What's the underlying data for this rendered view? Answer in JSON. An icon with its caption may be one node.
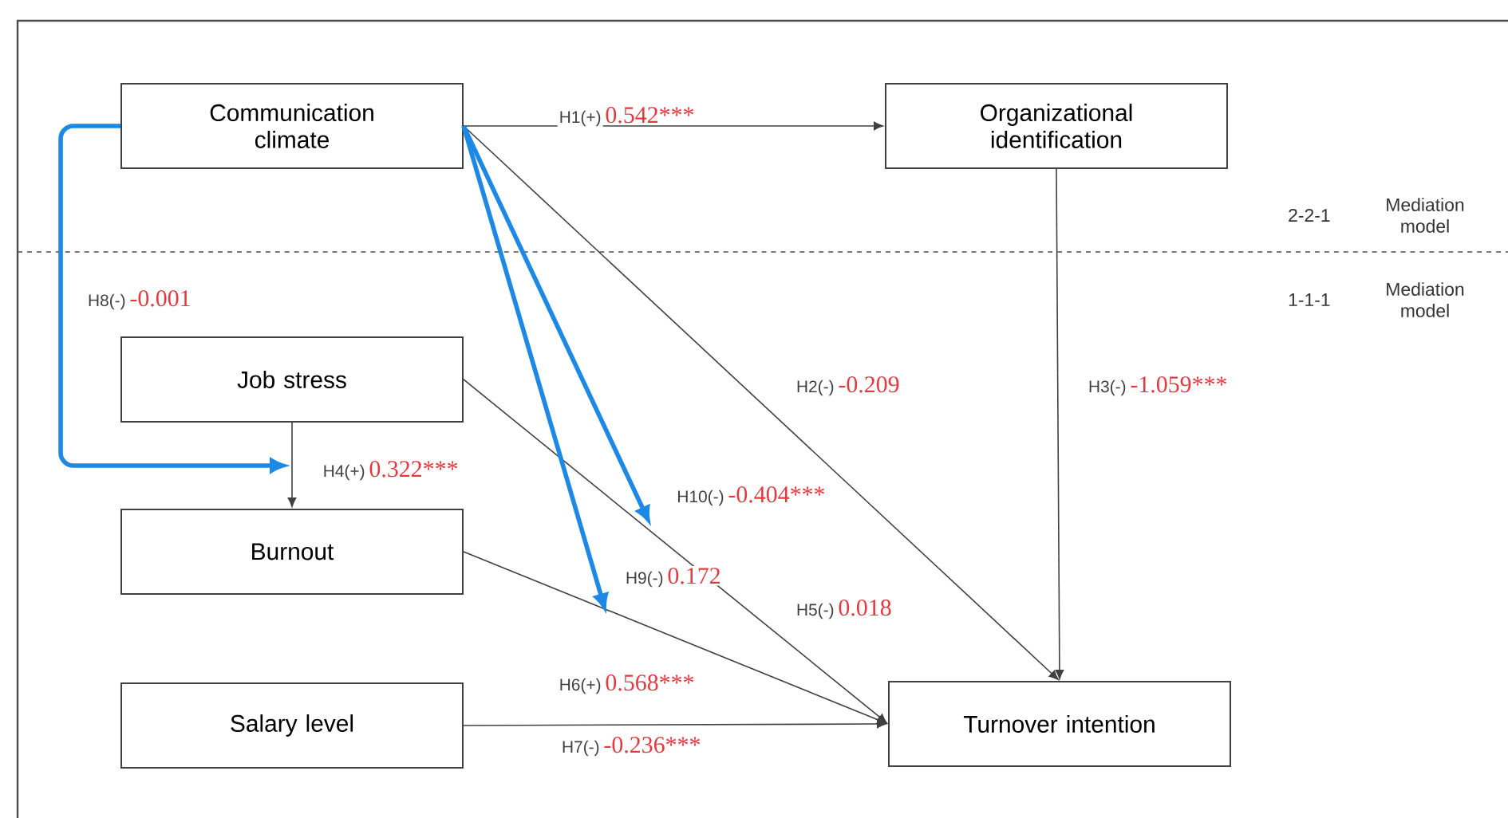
{
  "diagram": {
    "nodes": [
      {
        "text": [
          "Communication climate"
        ]
      },
      {
        "text": [
          "Organizational identification"
        ]
      },
      {
        "text": [
          "Job stress"
        ]
      },
      {
        "text": [
          "Burnout"
        ]
      },
      {
        "text": [
          "Salary level"
        ]
      },
      {
        "text": [
          "Turnover intention"
        ]
      }
    ],
    "edges": [
      {
        "from": 0,
        "to": 1,
        "arrow": "to",
        "label": "H1(+)"
      },
      {
        "from": 0,
        "to": 5,
        "arrow": "to",
        "label": "H2(-)"
      },
      {
        "from": 1,
        "to": 5,
        "arrow": "to",
        "label": "H3(-)"
      },
      {
        "from": 2,
        "to": 3,
        "arrow": "to",
        "label": "H4(+)"
      },
      {
        "from": 2,
        "to": 5,
        "arrow": "to",
        "label": "H5(-)"
      },
      {
        "from": 3,
        "to": 5,
        "arrow": "to",
        "label": "H6(+)"
      },
      {
        "from": 4,
        "to": 5,
        "arrow": "to",
        "label": "H7(-)"
      },
      {
        "from": 0,
        "to": null,
        "arrow": "to",
        "label": "H8(-)",
        "style": "thick",
        "color": "#1e88e5"
      },
      {
        "from": 0,
        "to": null,
        "arrow": "to",
        "label": "H10(-)",
        "style": "thick",
        "color": "#1e88e5"
      },
      {
        "from": 0,
        "to": null,
        "arrow": "to",
        "label": "H9(-)",
        "style": "thick",
        "color": "#1e88e5"
      }
    ],
    "labels": [
      "0.542***",
      "2-2-1",
      "Mediation model",
      "-0.001",
      "1-1-1",
      "Mediation model",
      "-0.209",
      "-1.059***",
      "0.322***",
      "-0.404***",
      "0.172",
      "0.018",
      "0.568***",
      "-0.236***"
    ]
  }
}
